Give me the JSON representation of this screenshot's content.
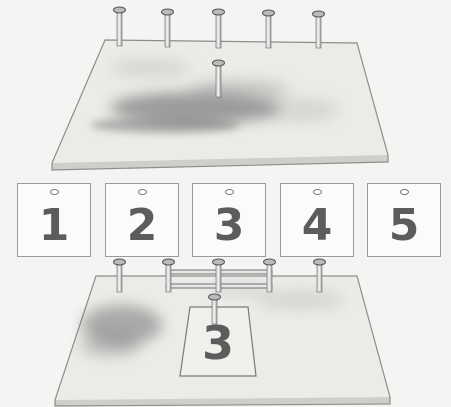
{
  "cards": [
    "1",
    "2",
    "3",
    "4",
    "5"
  ],
  "dropped_card": "3"
}
